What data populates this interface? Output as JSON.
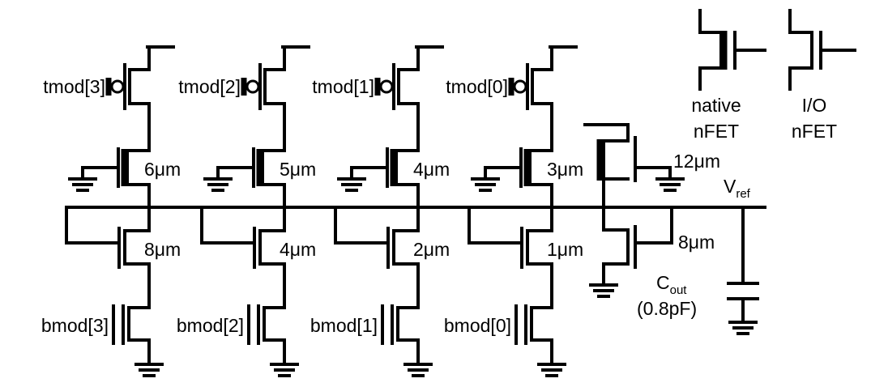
{
  "gates_top": [
    "tmod[3]",
    "tmod[2]",
    "tmod[1]",
    "tmod[0]"
  ],
  "gates_bottom": [
    "bmod[3]",
    "bmod[2]",
    "bmod[1]",
    "bmod[0]"
  ],
  "widths_upper": [
    "6μm",
    "5μm",
    "4μm",
    "3μm"
  ],
  "widths_lower": [
    "8μm",
    "4μm",
    "2μm",
    "1μm"
  ],
  "extra": {
    "upper_width": "12μm",
    "lower_width": "8μm"
  },
  "vref": {
    "main": "V",
    "sub": "ref"
  },
  "cout": {
    "main": "C",
    "sub": "out",
    "value": "(0.8pF)"
  },
  "legend": {
    "native": {
      "line1": "native",
      "line2": "nFET"
    },
    "io": {
      "line1": "I/O",
      "line2": "nFET"
    }
  }
}
